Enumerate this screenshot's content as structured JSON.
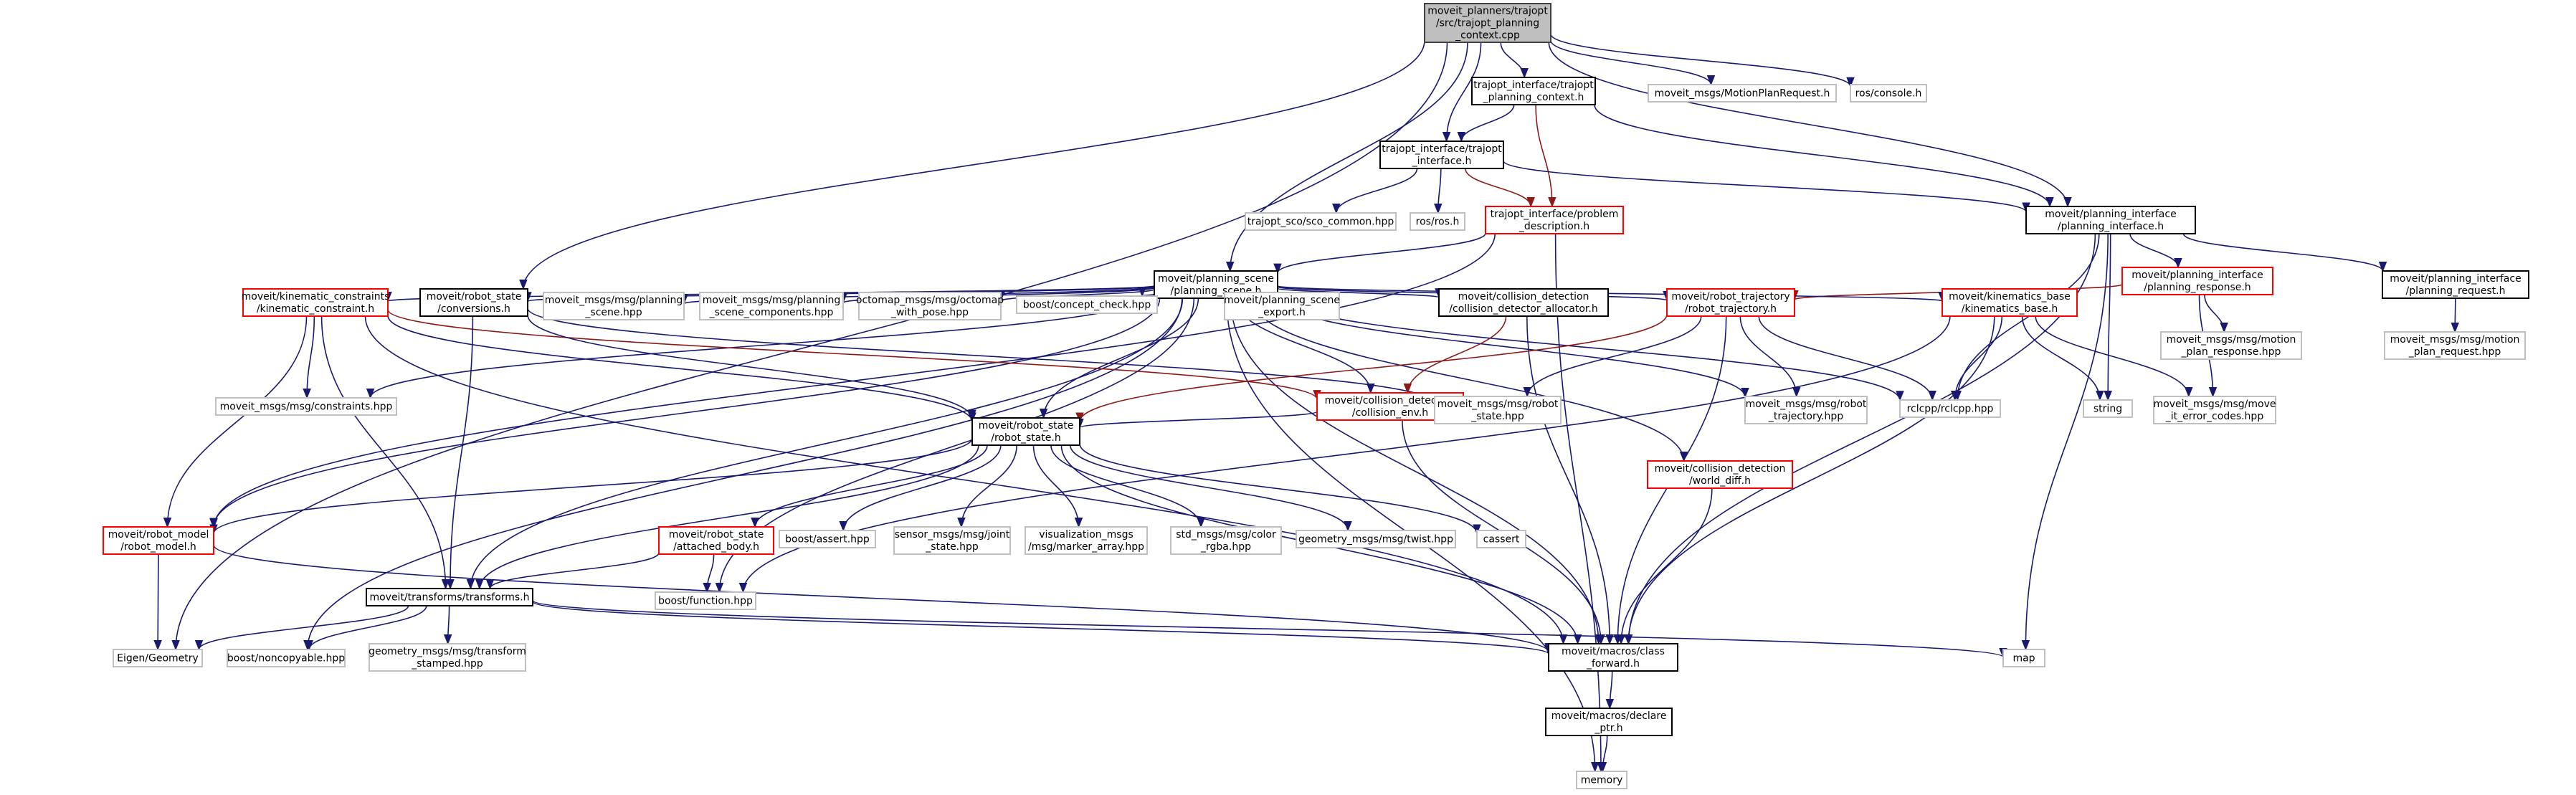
{
  "diagram": {
    "nodes": [
      {
        "id": "root",
        "lines": [
          "moveit_planners/trajopt",
          "/src/trajopt_planning",
          "_context.cpp"
        ],
        "style": "root"
      },
      {
        "id": "tictx",
        "lines": [
          "trajopt_interface/trajopt",
          "_planning_context.h"
        ],
        "style": "black"
      },
      {
        "id": "motreq",
        "lines": [
          "moveit_msgs/MotionPlanRequest.h"
        ],
        "style": "gray"
      },
      {
        "id": "roscon",
        "lines": [
          "ros/console.h"
        ],
        "style": "gray"
      },
      {
        "id": "tiif",
        "lines": [
          "trajopt_interface/trajopt",
          "_interface.h"
        ],
        "style": "black"
      },
      {
        "id": "tiprob",
        "lines": [
          "trajopt_interface/problem",
          "_description.h"
        ],
        "style": "red"
      },
      {
        "id": "sco",
        "lines": [
          "trajopt_sco/sco_common.hpp"
        ],
        "style": "gray"
      },
      {
        "id": "rosh",
        "lines": [
          "ros/ros.h"
        ],
        "style": "gray"
      },
      {
        "id": "pi",
        "lines": [
          "moveit/planning_interface",
          "/planning_interface.h"
        ],
        "style": "black"
      },
      {
        "id": "ps",
        "lines": [
          "moveit/planning_scene",
          "/planning_scene.h"
        ],
        "style": "black"
      },
      {
        "id": "presp",
        "lines": [
          "moveit/planning_interface",
          "/planning_response.h"
        ],
        "style": "red"
      },
      {
        "id": "preq",
        "lines": [
          "moveit/planning_interface",
          "/planning_request.h"
        ],
        "style": "black"
      },
      {
        "id": "kc",
        "lines": [
          "moveit/kinematic_constraints",
          "/kinematic_constraint.h"
        ],
        "style": "red"
      },
      {
        "id": "conv",
        "lines": [
          "moveit/robot_state",
          "/conversions.h"
        ],
        "style": "black"
      },
      {
        "id": "mpsm",
        "lines": [
          "moveit_msgs/msg/planning",
          "_scene.hpp"
        ],
        "style": "gray"
      },
      {
        "id": "mpsc",
        "lines": [
          "moveit_msgs/msg/planning",
          "_scene_components.hpp"
        ],
        "style": "gray"
      },
      {
        "id": "octo",
        "lines": [
          "octomap_msgs/msg/octomap",
          "_with_pose.hpp"
        ],
        "style": "gray"
      },
      {
        "id": "bcc",
        "lines": [
          "boost/concept_check.hpp"
        ],
        "style": "gray"
      },
      {
        "id": "pse",
        "lines": [
          "moveit/planning_scene",
          "_export.h"
        ],
        "style": "gray"
      },
      {
        "id": "cda",
        "lines": [
          "moveit/collision_detection",
          "/collision_detector_allocator.h"
        ],
        "style": "black"
      },
      {
        "id": "rt",
        "lines": [
          "moveit/robot_trajectory",
          "/robot_trajectory.h"
        ],
        "style": "red"
      },
      {
        "id": "kb",
        "lines": [
          "moveit/kinematics_base",
          "/kinematics_base.h"
        ],
        "style": "red"
      },
      {
        "id": "mpr",
        "lines": [
          "moveit_msgs/msg/motion",
          "_plan_response.hpp"
        ],
        "style": "gray"
      },
      {
        "id": "mprq",
        "lines": [
          "moveit_msgs/msg/motion",
          "_plan_request.hpp"
        ],
        "style": "gray"
      },
      {
        "id": "cons",
        "lines": [
          "moveit_msgs/msg/constraints.hpp"
        ],
        "style": "gray"
      },
      {
        "id": "cenv",
        "lines": [
          "moveit/collision_detection",
          "/collision_env.h"
        ],
        "style": "red"
      },
      {
        "id": "mrs",
        "lines": [
          "moveit_msgs/msg/robot",
          "_state.hpp"
        ],
        "style": "gray"
      },
      {
        "id": "mrt",
        "lines": [
          "moveit_msgs/msg/robot",
          "_trajectory.hpp"
        ],
        "style": "gray"
      },
      {
        "id": "rclcpp",
        "lines": [
          "rclcpp/rclcpp.hpp"
        ],
        "style": "gray"
      },
      {
        "id": "str",
        "lines": [
          "string"
        ],
        "style": "gray"
      },
      {
        "id": "mec",
        "lines": [
          "moveit_msgs/msg/move",
          "_it_error_codes.hpp"
        ],
        "style": "gray"
      },
      {
        "id": "rs",
        "lines": [
          "moveit/robot_state",
          "/robot_state.h"
        ],
        "style": "black"
      },
      {
        "id": "wd",
        "lines": [
          "moveit/collision_detection",
          "/world_diff.h"
        ],
        "style": "red"
      },
      {
        "id": "rm",
        "lines": [
          "moveit/robot_model",
          "/robot_model.h"
        ],
        "style": "red"
      },
      {
        "id": "ab",
        "lines": [
          "moveit/robot_state",
          "/attached_body.h"
        ],
        "style": "red"
      },
      {
        "id": "bassert",
        "lines": [
          "boost/assert.hpp"
        ],
        "style": "gray"
      },
      {
        "id": "sjs",
        "lines": [
          "sensor_msgs/msg/joint",
          "_state.hpp"
        ],
        "style": "gray"
      },
      {
        "id": "vis",
        "lines": [
          "visualization_msgs",
          "/msg/marker_array.hpp"
        ],
        "style": "gray"
      },
      {
        "id": "crgba",
        "lines": [
          "std_msgs/msg/color",
          "_rgba.hpp"
        ],
        "style": "gray"
      },
      {
        "id": "twist",
        "lines": [
          "geometry_msgs/msg/twist.hpp"
        ],
        "style": "gray"
      },
      {
        "id": "cassert",
        "lines": [
          "cassert"
        ],
        "style": "gray"
      },
      {
        "id": "bfunc",
        "lines": [
          "boost/function.hpp"
        ],
        "style": "gray"
      },
      {
        "id": "tf",
        "lines": [
          "moveit/transforms/transforms.h"
        ],
        "style": "black"
      },
      {
        "id": "eig",
        "lines": [
          "Eigen/Geometry"
        ],
        "style": "gray"
      },
      {
        "id": "bnc",
        "lines": [
          "boost/noncopyable.hpp"
        ],
        "style": "gray"
      },
      {
        "id": "gts",
        "lines": [
          "geometry_msgs/msg/transform",
          "_stamped.hpp"
        ],
        "style": "gray"
      },
      {
        "id": "cf",
        "lines": [
          "moveit/macros/class",
          "_forward.h"
        ],
        "style": "black"
      },
      {
        "id": "map",
        "lines": [
          "map"
        ],
        "style": "gray"
      },
      {
        "id": "dp",
        "lines": [
          "moveit/macros/declare",
          "_ptr.h"
        ],
        "style": "black"
      },
      {
        "id": "mem",
        "lines": [
          "memory"
        ],
        "style": "gray"
      }
    ],
    "edges": [
      [
        "root",
        "tictx"
      ],
      [
        "root",
        "motreq"
      ],
      [
        "root",
        "roscon"
      ],
      [
        "root",
        "tiif"
      ],
      [
        "root",
        "pi"
      ],
      [
        "root",
        "ps"
      ],
      [
        "root",
        "conv"
      ],
      [
        "root",
        "eig"
      ],
      [
        "tictx",
        "tiif"
      ],
      [
        "tictx",
        "tiprob"
      ],
      [
        "tictx",
        "pi"
      ],
      [
        "tiif",
        "tiprob"
      ],
      [
        "tiif",
        "sco"
      ],
      [
        "tiif",
        "rosh"
      ],
      [
        "tiif",
        "pi"
      ],
      [
        "tiprob",
        "ps"
      ],
      [
        "tiprob",
        "rm"
      ],
      [
        "tiprob",
        "mem"
      ],
      [
        "pi",
        "presp"
      ],
      [
        "pi",
        "preq"
      ],
      [
        "pi",
        "rclcpp"
      ],
      [
        "pi",
        "str"
      ],
      [
        "pi",
        "cf"
      ],
      [
        "pi",
        "map"
      ],
      [
        "presp",
        "rt"
      ],
      [
        "presp",
        "mpr"
      ],
      [
        "presp",
        "mec"
      ],
      [
        "preq",
        "mprq"
      ],
      [
        "ps",
        "kc"
      ],
      [
        "ps",
        "conv"
      ],
      [
        "ps",
        "mpsm"
      ],
      [
        "ps",
        "mpsc"
      ],
      [
        "ps",
        "octo"
      ],
      [
        "ps",
        "bcc"
      ],
      [
        "ps",
        "pse"
      ],
      [
        "ps",
        "cda"
      ],
      [
        "ps",
        "rt"
      ],
      [
        "ps",
        "kb"
      ],
      [
        "ps",
        "cons"
      ],
      [
        "ps",
        "cenv"
      ],
      [
        "ps",
        "mrt"
      ],
      [
        "ps",
        "rclcpp"
      ],
      [
        "ps",
        "rs"
      ],
      [
        "ps",
        "wd"
      ],
      [
        "ps",
        "rm"
      ],
      [
        "ps",
        "tf"
      ],
      [
        "ps",
        "bfunc"
      ],
      [
        "ps",
        "cf"
      ],
      [
        "ps",
        "bnc"
      ],
      [
        "ps",
        "mem"
      ],
      [
        "kc",
        "cons"
      ],
      [
        "kc",
        "rm"
      ],
      [
        "kc",
        "rs"
      ],
      [
        "kc",
        "tf"
      ],
      [
        "kc",
        "cenv"
      ],
      [
        "kc",
        "cf"
      ],
      [
        "conv",
        "rs"
      ],
      [
        "conv",
        "tf"
      ],
      [
        "conv",
        "mrs"
      ],
      [
        "cda",
        "cenv"
      ],
      [
        "cda",
        "cf"
      ],
      [
        "rt",
        "rs"
      ],
      [
        "rt",
        "mrt"
      ],
      [
        "rt",
        "mrs"
      ],
      [
        "rt",
        "rclcpp"
      ],
      [
        "rt",
        "cf"
      ],
      [
        "kb",
        "rclcpp"
      ],
      [
        "kb",
        "str"
      ],
      [
        "kb",
        "mec"
      ],
      [
        "kb",
        "bfunc"
      ],
      [
        "kb",
        "cf"
      ],
      [
        "cenv",
        "rs"
      ],
      [
        "cenv",
        "cf"
      ],
      [
        "wd",
        "cf"
      ],
      [
        "rs",
        "rm"
      ],
      [
        "rs",
        "ab"
      ],
      [
        "rs",
        "bassert"
      ],
      [
        "rs",
        "sjs"
      ],
      [
        "rs",
        "vis"
      ],
      [
        "rs",
        "crgba"
      ],
      [
        "rs",
        "twist"
      ],
      [
        "rs",
        "cassert"
      ],
      [
        "rs",
        "tf"
      ],
      [
        "rs",
        "cf"
      ],
      [
        "rm",
        "eig"
      ],
      [
        "rm",
        "cf"
      ],
      [
        "ab",
        "tf"
      ],
      [
        "ab",
        "bfunc"
      ],
      [
        "tf",
        "eig"
      ],
      [
        "tf",
        "bnc"
      ],
      [
        "tf",
        "gts"
      ],
      [
        "tf",
        "cf"
      ],
      [
        "tf",
        "map"
      ],
      [
        "cf",
        "dp"
      ],
      [
        "dp",
        "mem"
      ]
    ]
  }
}
